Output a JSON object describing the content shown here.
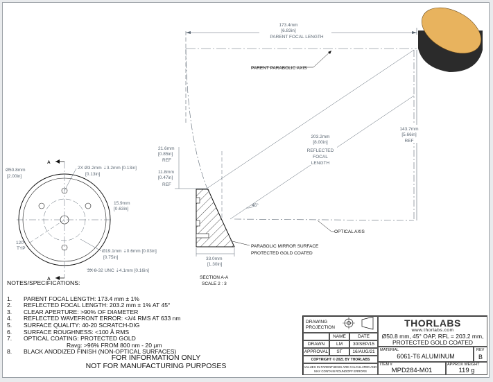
{
  "drawing": {
    "dims": {
      "parent_focal_length": [
        "173.4mm",
        "[6.83in]",
        "PARENT FOCAL LENGTH"
      ],
      "parent_parabolic_axis": "PARENT PARABOLIC AXIS",
      "reflected_focal_length": [
        "203.2mm",
        "[8.00in]",
        "REFLECTED",
        "FOCAL",
        "LENGTH"
      ],
      "height_ref": [
        "143.7mm",
        "[5.66in]",
        "REF"
      ],
      "d21": [
        "21.6mm",
        "[0.85in]",
        "REF"
      ],
      "d11": [
        "11.8mm",
        "[0.47in]",
        "REF"
      ],
      "angle": "45°",
      "optical_axis": "OPTICAL AXIS",
      "surface": [
        "PARABOLIC MIRROR SURFACE",
        "PROTECTED GOLD COATED"
      ],
      "thickness": [
        "33.0mm",
        "[1.30in]"
      ],
      "section": [
        "SECTION A-A",
        "SCALE 2 : 3"
      ],
      "diameter": [
        "Ø50.8mm",
        "[2.00in]"
      ],
      "holes2": [
        "2X  Ø3.2mm ⇣3.2mm [0.13in]",
        "[0.13in]"
      ],
      "d15": [
        "15.9mm",
        "[0.63in]"
      ],
      "center_hole": [
        "Ø19.1mm ⇣0.6mm [0.03in]",
        "[0.75in]"
      ],
      "angle120": [
        "120°",
        "TYP"
      ],
      "taps": "3X 8-32 UNC ⇣4.1mm [0.16in]",
      "section_mark": "A"
    }
  },
  "notes": {
    "title": "NOTES/SPECIFICATIONS:",
    "items": [
      {
        "n": "1.",
        "t": "PARENT FOCAL LENGTH: 173.4 mm ± 1%"
      },
      {
        "n": "2.",
        "t": "REFLECTED FOCAL LENGTH: 203.2 mm ± 1% AT 45°"
      },
      {
        "n": "3.",
        "t": "CLEAR APERTURE: >90% OF DIAMETER"
      },
      {
        "n": "4.",
        "t": "REFLECTED WAVEFRONT ERROR: <λ/4 RMS AT 633 nm"
      },
      {
        "n": "5.",
        "t": "SURFACE QUALITY: 40-20 SCRATCH-DIG"
      },
      {
        "n": "6.",
        "t": "SURFACE ROUGHNESS: <100 Å RMS"
      },
      {
        "n": "7.",
        "t": "OPTICAL COATING: PROTECTED GOLD"
      },
      {
        "n": "8.",
        "t": "BLACK ANODIZED FINISH (NON-OPTICAL SURFACES)"
      }
    ],
    "ravg": "Ravg: >96% FROM 800 nm - 20 μm"
  },
  "footer": {
    "line1": "FOR INFORMATION ONLY",
    "line2": "NOT FOR MANUFACTURING PURPOSES"
  },
  "titleblock": {
    "projection": "DRAWING PROJECTION",
    "name_h": "NAME",
    "date_h": "DATE",
    "drawn": "DRAWN",
    "drawn_name": "LM",
    "drawn_date": "30/SEP/15",
    "approval": "APPROVAL",
    "approval_name": "ST",
    "approval_date": "16/AUG/21",
    "copyright": "COPYRIGHT © 2021 BY THORLABS",
    "values_note": "VALUES IN PARENTHESIS ARE CALCULATED AND MAY CONTAIN ROUNDOFF ERRORS",
    "brand": "THORLABS",
    "url": "www.thorlabs.com",
    "desc1": "Ø50.8 mm, 45° OAP, RFL = 203.2 mm,",
    "desc2": "PROTECTED GOLD COATED",
    "material_h": "MATERIAL",
    "material": "6061-T6 ALUMINUM",
    "rev_h": "REV",
    "rev": "B",
    "item_h": "ITEM #",
    "item": "MPD284-M01",
    "weight_h": "APPROX WEIGHT",
    "weight": "119 g"
  },
  "colors": {
    "gold": "#e8b35e",
    "body": "#2b2b2b",
    "dim": "#5b6773"
  }
}
